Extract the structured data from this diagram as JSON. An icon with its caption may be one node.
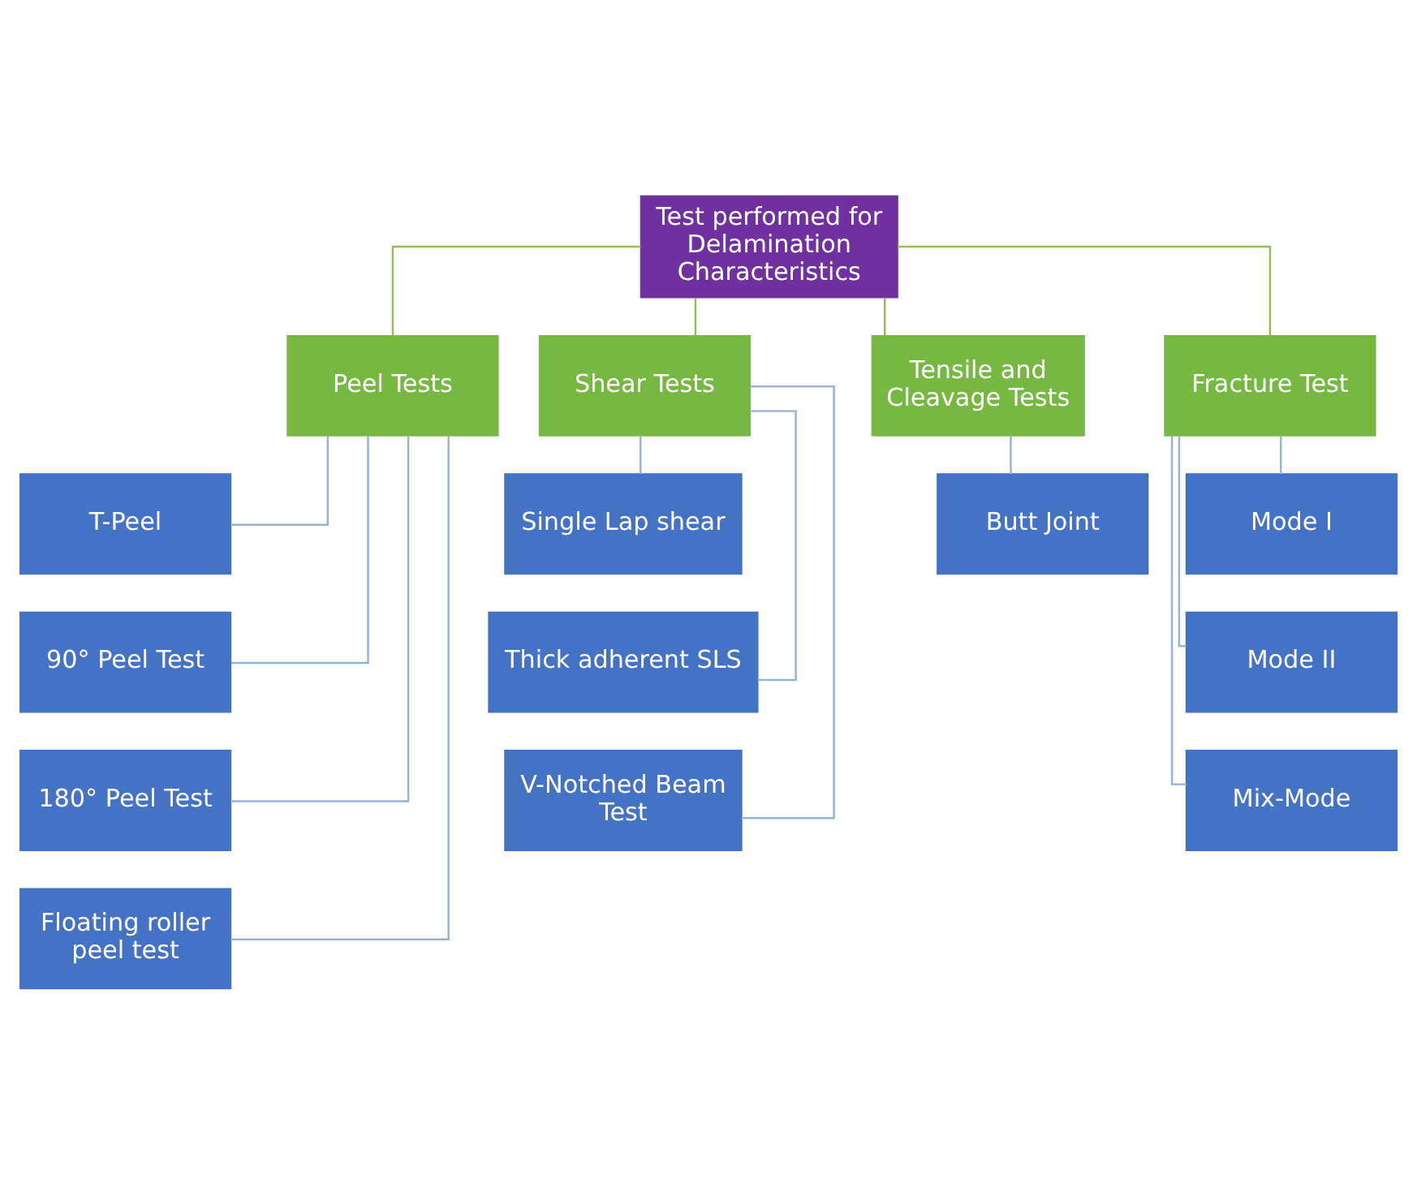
{
  "diagram": {
    "nodes": [
      {
        "text": [
          "Test performed for Delamination Characteristics"
        ]
      },
      {
        "text": [
          "Peel Tests"
        ]
      },
      {
        "text": [
          "Shear Tests"
        ]
      },
      {
        "text": [
          "Tensile and Cleavage Tests"
        ]
      },
      {
        "text": [
          "Fracture Test"
        ]
      },
      {
        "text": [
          "T-Peel"
        ]
      },
      {
        "text": [
          "90° Peel Test"
        ]
      },
      {
        "text": [
          "180° Peel Test"
        ]
      },
      {
        "text": [
          "Floating roller peel test"
        ]
      },
      {
        "text": [
          "Single Lap shear"
        ]
      },
      {
        "text": [
          "Thick adherent SLS"
        ]
      },
      {
        "text": [
          "V-Notched Beam Test"
        ]
      },
      {
        "text": [
          "Butt Joint"
        ]
      },
      {
        "text": [
          "Mode I"
        ]
      },
      {
        "text": [
          "Mode II"
        ]
      },
      {
        "text": [
          "Mix-Mode"
        ]
      }
    ],
    "edges": [
      {
        "from": 0,
        "to": 1,
        "arrow": "none",
        "color": "#9bbb59"
      },
      {
        "from": 0,
        "to": 2,
        "arrow": "none",
        "color": "#9bbb59"
      },
      {
        "from": 0,
        "to": 3,
        "arrow": "none",
        "color": "#9bbb59"
      },
      {
        "from": 0,
        "to": 4,
        "arrow": "none",
        "color": "#9bbb59"
      },
      {
        "from": 1,
        "to": 5,
        "arrow": "none"
      },
      {
        "from": 1,
        "to": 6,
        "arrow": "none"
      },
      {
        "from": 1,
        "to": 7,
        "arrow": "none"
      },
      {
        "from": 1,
        "to": 8,
        "arrow": "none"
      },
      {
        "from": 2,
        "to": 9,
        "arrow": "none"
      },
      {
        "from": 2,
        "to": 10,
        "arrow": "none"
      },
      {
        "from": 2,
        "to": 11,
        "arrow": "none"
      },
      {
        "from": 3,
        "to": 12,
        "arrow": "none"
      },
      {
        "from": 4,
        "to": 13,
        "arrow": "none"
      },
      {
        "from": 4,
        "to": 14,
        "arrow": "none"
      },
      {
        "from": 4,
        "to": 15,
        "arrow": "none"
      }
    ]
  }
}
